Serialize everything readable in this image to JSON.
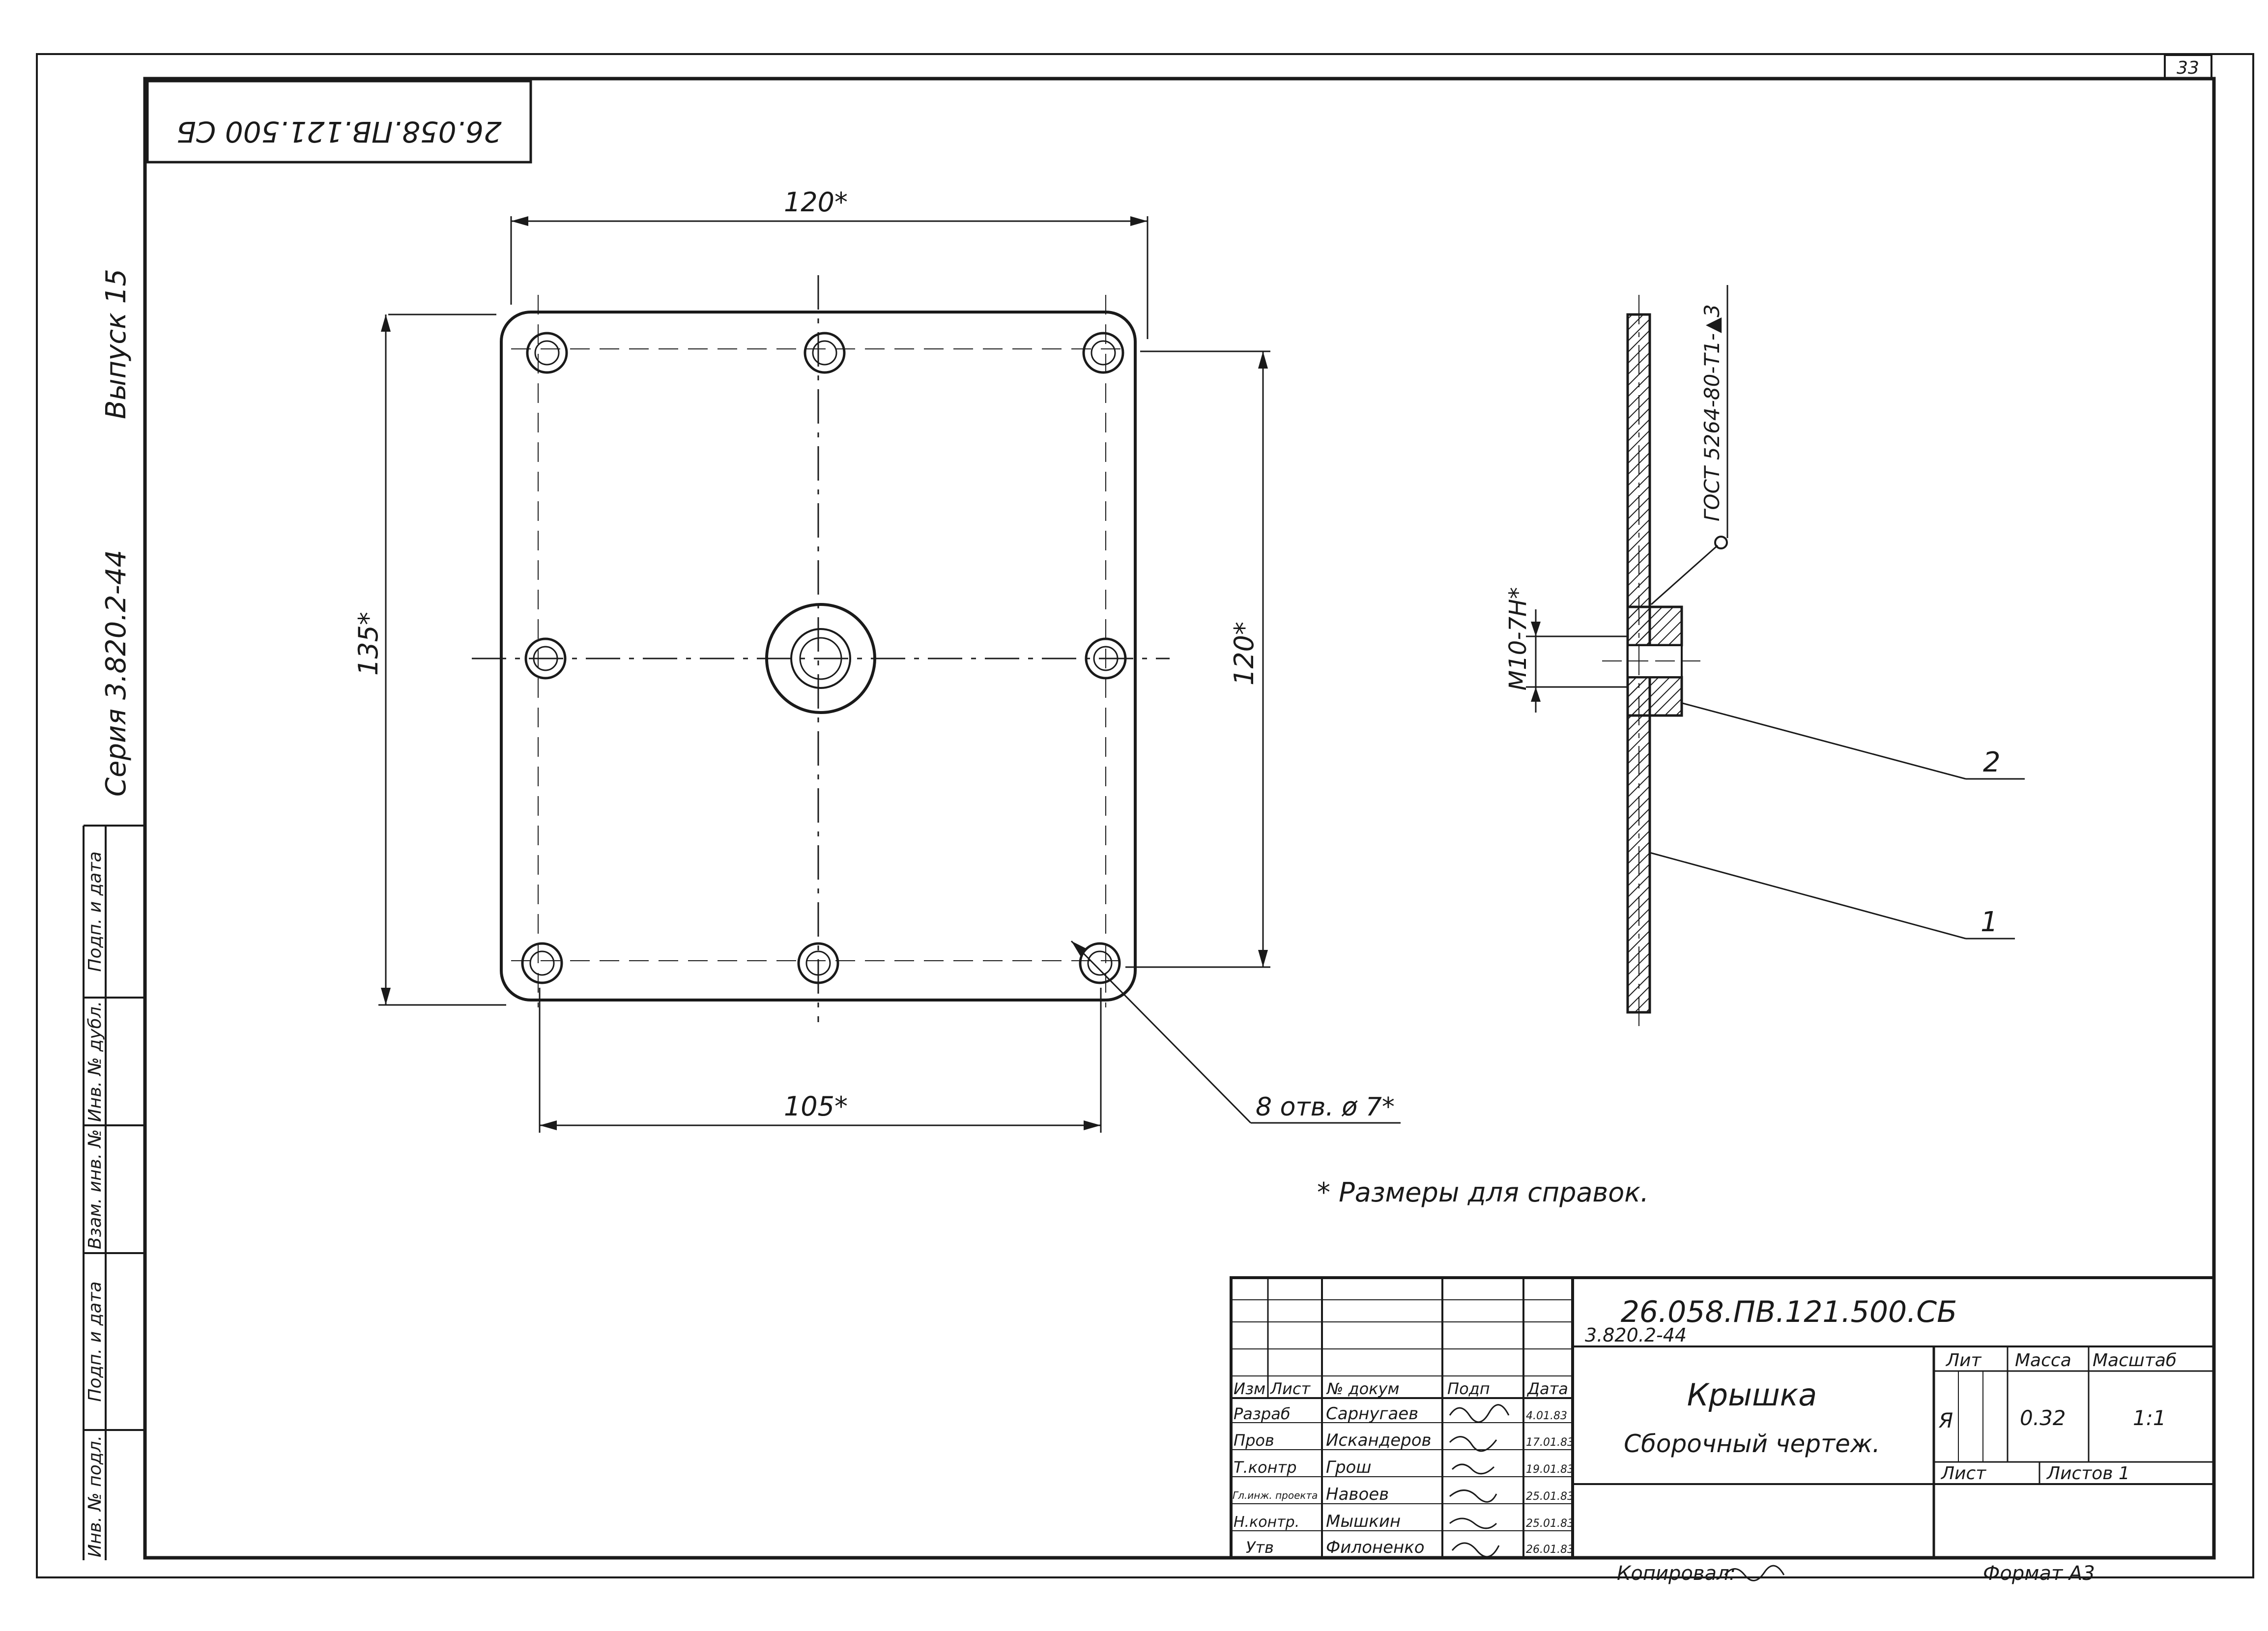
{
  "sheet_number": "33",
  "stamp_code": "26.058.ПВ.121.500 СБ",
  "series": "Серия 3.820.2-44",
  "issue": "Выпуск 15",
  "left_strip_labels": [
    "Инв. № подл.",
    "Подп. и дата",
    "Взам. инв. №",
    "Инв. № дубл.",
    "Подп. и дата"
  ],
  "dimensions": {
    "top_width": "120*",
    "left_height": "135*",
    "right_height": "120*",
    "bottom_width": "105*",
    "holes": "8 отв. ø 7*",
    "thread": "М10-7Н*",
    "weld": "ГОСТ 5264-80-Т1-▲3"
  },
  "callouts": [
    "2",
    "1"
  ],
  "note": "* Размеры для справок.",
  "title_block": {
    "designation": "26.058.ПВ.121.500.СБ",
    "series_small": "3.820.2-44",
    "name_line1": "Крышка",
    "name_line2": "Сборочный чертеж.",
    "header": [
      "Изм",
      "Лист",
      "№ докум",
      "Подп",
      "Дата"
    ],
    "rows": [
      {
        "role": "Разраб",
        "name": "Сарнугаев",
        "date": "4.01.83"
      },
      {
        "role": "Пров",
        "name": "Искандеров",
        "date": "17.01.83"
      },
      {
        "role": "Т.контр",
        "name": "Грош",
        "date": "19.01.83"
      },
      {
        "role": "Гл.инж. проекта",
        "name": "Навоев",
        "date": "25.01.83"
      },
      {
        "role": "Н.контр.",
        "name": "Мышкин",
        "date": "25.01.83"
      },
      {
        "role": "Утв",
        "name": "Филоненко",
        "date": "26.01.83"
      }
    ],
    "lit_label": "Лит",
    "mass_label": "Масса",
    "scale_label": "Масштаб",
    "lit_value": "Я",
    "mass_value": "0.32",
    "scale_value": "1:1",
    "sheet_label": "Лист",
    "sheets_label": "Листов 1",
    "copied": "Копировал:",
    "format": "Формат А3"
  }
}
